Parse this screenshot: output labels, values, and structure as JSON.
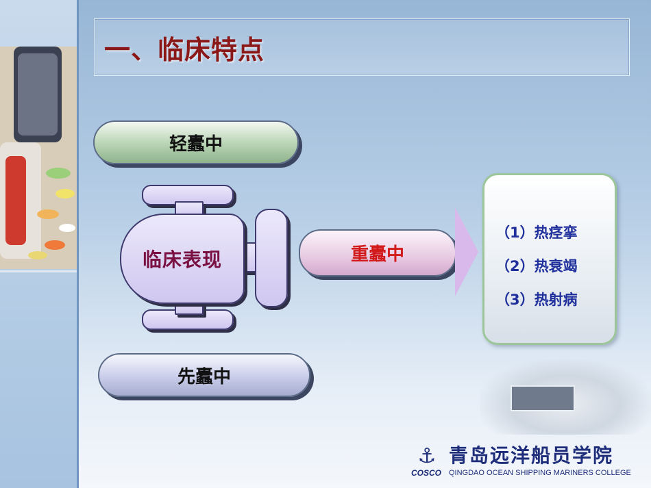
{
  "slide": {
    "title": "一、临床特点",
    "center_label": "临床表现",
    "types": {
      "top": "轻蠹中",
      "middle": "重蠹中",
      "bottom": "先蠹中"
    },
    "severe_forms": [
      "（1）热痉挛",
      "（2）热衰竭",
      "（3）热射病"
    ]
  },
  "logo": {
    "chinese": "青岛远洋船员学院",
    "english": "QINGDAO OCEAN SHIPPING MARINERS COLLEGE",
    "brand": "COSCO"
  },
  "colors": {
    "title": "#8b1818",
    "center_label": "#7a1042",
    "middle_type": "#d21a1a",
    "list_text": "#1f2f9c"
  }
}
